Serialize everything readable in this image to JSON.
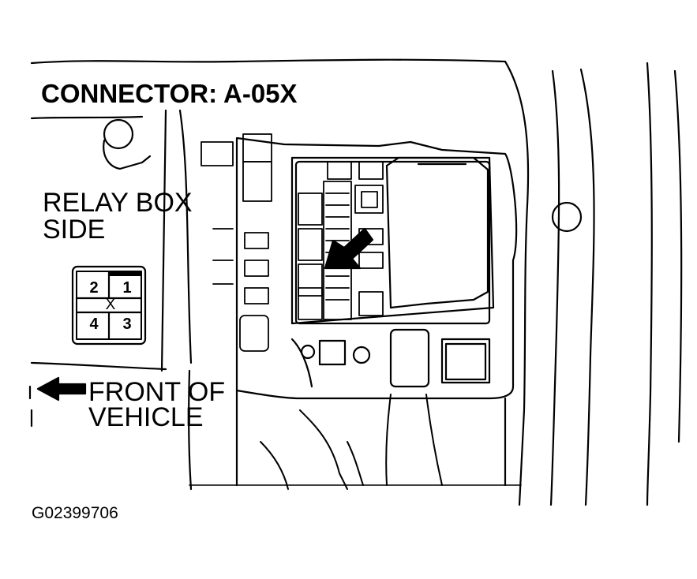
{
  "title": "CONNECTOR: A-05X",
  "relay_box_side": {
    "line1": "RELAY BOX",
    "line2": "SIDE"
  },
  "front_of_vehicle": {
    "line1": "FRONT OF",
    "line2": "VEHICLE"
  },
  "connector_pins": {
    "p1": "1",
    "p2": "2",
    "p3": "3",
    "p4": "4",
    "center": "X"
  },
  "figure_id": "G02399706"
}
